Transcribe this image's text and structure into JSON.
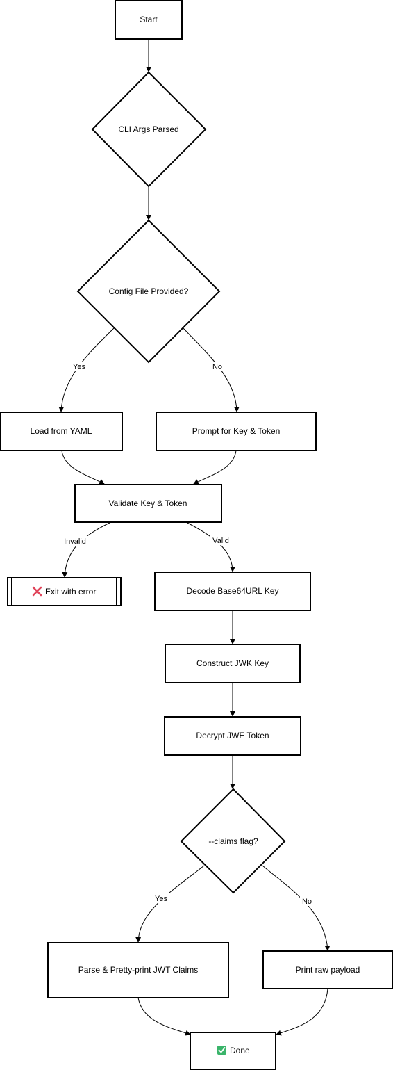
{
  "nodes": {
    "start": "Start",
    "cli_args": "CLI Args Parsed",
    "config_provided": "Config File Provided?",
    "load_yaml": "Load from YAML",
    "prompt": "Prompt for Key & Token",
    "validate": "Validate Key & Token",
    "exit_error": "Exit with error",
    "decode": "Decode Base64URL Key",
    "construct": "Construct JWK Key",
    "decrypt": "Decrypt JWE Token",
    "claims_flag": "--claims flag?",
    "parse_claims": "Parse & Pretty-print JWT Claims",
    "print_raw": "Print raw payload",
    "done": "Done"
  },
  "edges": {
    "config_yes": "Yes",
    "config_no": "No",
    "validate_invalid": "Invalid",
    "validate_valid": "Valid",
    "claims_yes": "Yes",
    "claims_no": "No"
  },
  "icons": {
    "error": "cross-mark-icon",
    "done": "check-mark-icon"
  },
  "colors": {
    "error_icon": "#e0445a",
    "done_icon": "#3ab46a"
  }
}
